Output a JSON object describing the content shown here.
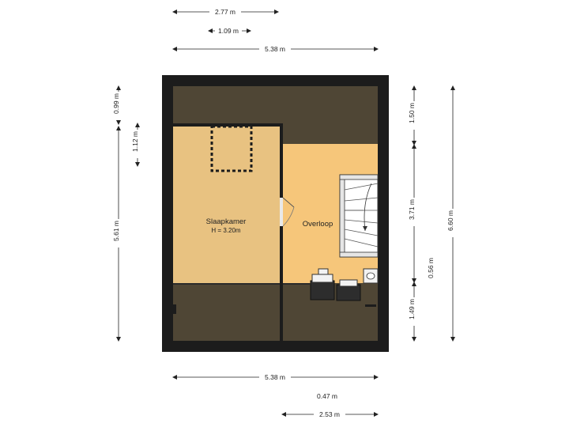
{
  "colors": {
    "wall": "#1c1c1c",
    "low_ceiling": "#4f4635",
    "bedroom_floor": "#e8c281",
    "landing_floor": "#f6c67a",
    "dimension_line": "#222222"
  },
  "rooms": {
    "bedroom": {
      "name": "Slaapkamer",
      "height": "H = 3.20m"
    },
    "landing": {
      "name": "Overloop"
    }
  },
  "dimensions": {
    "top_1": "2.77 m",
    "top_2": "1.09 m",
    "top_3": "5.38 m",
    "left_1": "0.99 m",
    "left_2": "1.12 m",
    "left_3": "5.61 m",
    "right_1": "1.50 m",
    "right_2": "3.71 m",
    "right_3": "1.49 m",
    "right_4": "6.60 m",
    "right_5": "0.56 m",
    "bottom_1": "5.38 m",
    "bottom_2": "0.47 m",
    "bottom_3": "2.53 m"
  }
}
